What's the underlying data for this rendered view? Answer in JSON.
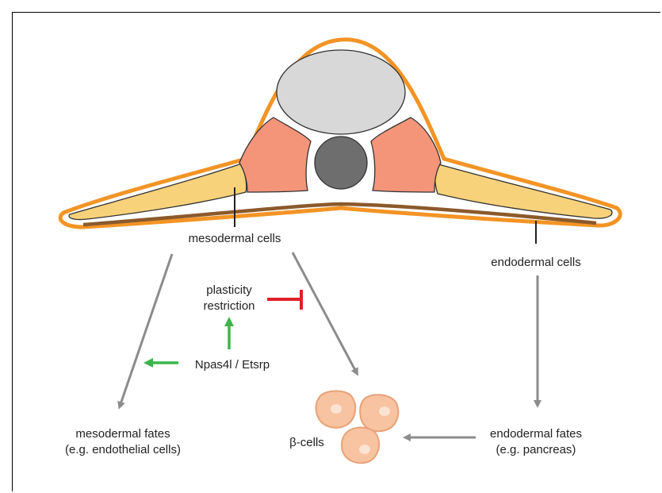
{
  "labels": {
    "mesodermal_cells": "mesodermal cells",
    "endodermal_cells": "endodermal cells",
    "plasticity_line1": "plasticity",
    "plasticity_line2": "restriction",
    "npas4l": "Npas4l / Etsrp",
    "meso_fates_line1": "mesodermal fates",
    "meso_fates_line2": "(e.g. endothelial cells)",
    "beta_cells": "β-cells",
    "endo_fates_line1": "endodermal fates",
    "endo_fates_line2": "(e.g. pancreas)"
  },
  "colors": {
    "outer_orange": "#F39425",
    "yellow_tissue": "#F8D27A",
    "salmon_tissue": "#F4957A",
    "notochord": "#D8D8D8",
    "dark_structure": "#6E6E6E",
    "brown_layer": "#8B5A2B",
    "green_arrow": "#3DB54A",
    "red_inhibit": "#E02027",
    "gray_arrow": "#8C8C8C",
    "beta_cell": "#F8C3A0"
  }
}
